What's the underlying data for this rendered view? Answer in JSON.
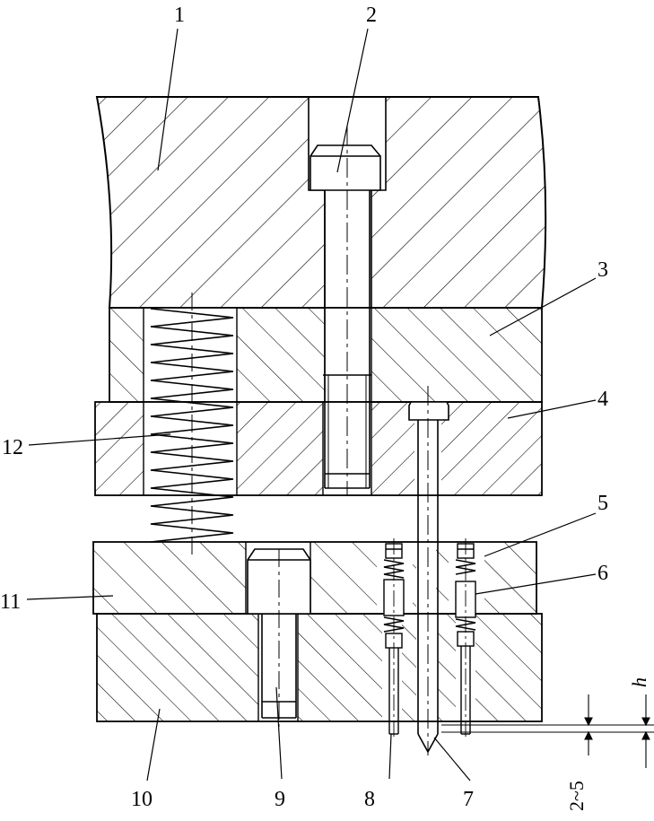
{
  "part_labels": [
    {
      "id": "1",
      "text": "1"
    },
    {
      "id": "2",
      "text": "2"
    },
    {
      "id": "3",
      "text": "3"
    },
    {
      "id": "4",
      "text": "4"
    },
    {
      "id": "5",
      "text": "5"
    },
    {
      "id": "6",
      "text": "6"
    },
    {
      "id": "7",
      "text": "7"
    },
    {
      "id": "8",
      "text": "8"
    },
    {
      "id": "9",
      "text": "9"
    },
    {
      "id": "10",
      "text": "10"
    },
    {
      "id": "11",
      "text": "11"
    },
    {
      "id": "12",
      "text": "12"
    }
  ],
  "dimensions": {
    "h_label": "h",
    "gap_label": "2~5"
  }
}
